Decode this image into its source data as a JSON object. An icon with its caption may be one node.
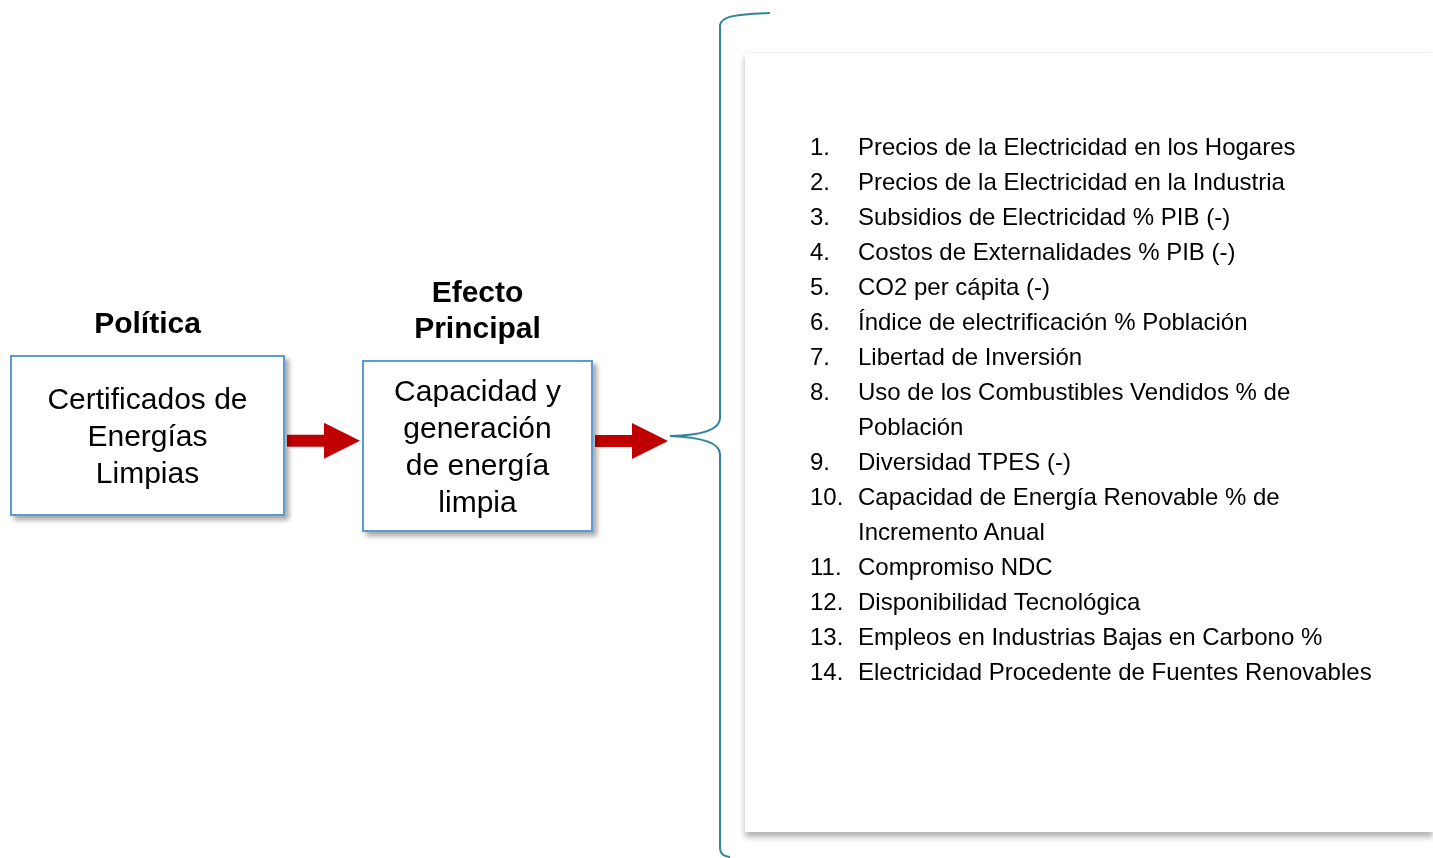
{
  "diagram": {
    "nodes": [
      {
        "text": [
          "Política",
          "Certificados de Energías Limpias"
        ]
      },
      {
        "text": [
          "Efecto Principal",
          "Capacidad y generación de energía limpia"
        ]
      },
      {
        "text": [],
        "shape": "bracket"
      },
      {
        "text": [
          "1. Precios de la Electricidad en los Hogares",
          "2. Precios de la Electricidad en la Industria",
          "3. Subsidios de Electricidad % PIB (-)",
          "4. Costos de Externalidades % PIB (-)",
          "5. CO2 per cápita (-)",
          "6. Índice de electrificación % Población",
          "7. Libertad de Inversión",
          "8. Uso de los Combustibles Vendidos % de Población",
          "9. Diversidad TPES (-)",
          "10. Capacidad de Energía Renovable % de Incremento Anual",
          "11. Compromiso NDC",
          "12. Disponibilidad Tecnológica",
          "13. Empleos en Industrias Bajas en Carbono %",
          "14. Electricidad Procedente de Fuentes Renovables"
        ]
      }
    ],
    "edges": [
      {
        "from": 0,
        "to": 1,
        "arrow": "to"
      },
      {
        "from": 1,
        "to": 2,
        "arrow": "to"
      }
    ]
  }
}
